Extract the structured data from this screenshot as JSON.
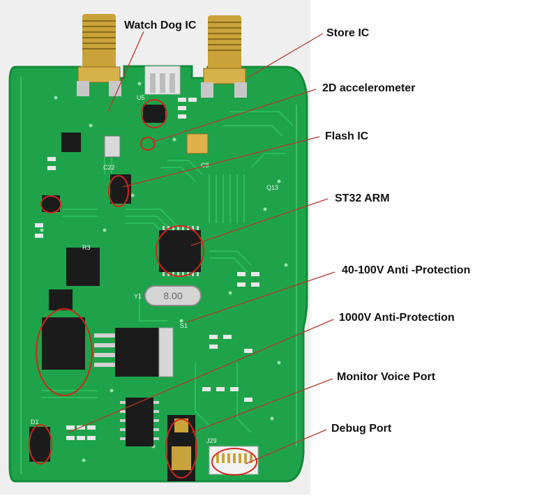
{
  "photo": {
    "board_color": "#1fa34a",
    "board_dark": "#138a3a",
    "trace_color": "#2fbf5f",
    "silk_color": "#e9f5ea",
    "marker_color": "#d0261d",
    "backdrop": "#efefef"
  },
  "silkscreen": {
    "crystal_label": "8.00",
    "j29": "J29",
    "y1": "Y1",
    "s1": "S1",
    "c22": "C22",
    "c8": "C8",
    "u5": "U5",
    "d1": "D1",
    "r3": "R3",
    "q13": "Q13"
  },
  "callouts": [
    {
      "id": "watch-dog-ic",
      "text": "Watch Dog IC"
    },
    {
      "id": "store-ic",
      "text": "Store IC"
    },
    {
      "id": "2d-accelerometer",
      "text": "2D accelerometer"
    },
    {
      "id": "flash-ic",
      "text": "Flash  IC"
    },
    {
      "id": "st32-arm",
      "text": "ST32 ARM"
    },
    {
      "id": "40-100v-anti-protection",
      "text": "40-100V Anti -Protection"
    },
    {
      "id": "1000v-anti-protection",
      "text": "1000V Anti-Protection"
    },
    {
      "id": "monitor-voice-port",
      "text": "Monitor Voice  Port"
    },
    {
      "id": "debug-port",
      "text": "Debug Port"
    }
  ]
}
